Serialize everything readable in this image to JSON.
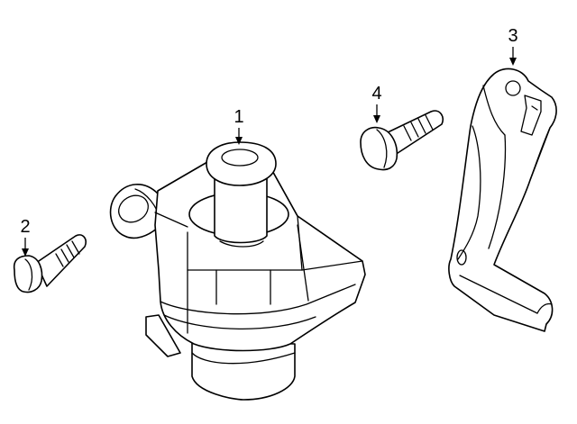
{
  "callouts": [
    {
      "id": "pump",
      "label": "1"
    },
    {
      "id": "pump-bolt",
      "label": "2"
    },
    {
      "id": "bracket",
      "label": "3"
    },
    {
      "id": "bracket-bolt",
      "label": "4"
    }
  ],
  "colors": {
    "line": "#000000",
    "background": "#ffffff"
  }
}
